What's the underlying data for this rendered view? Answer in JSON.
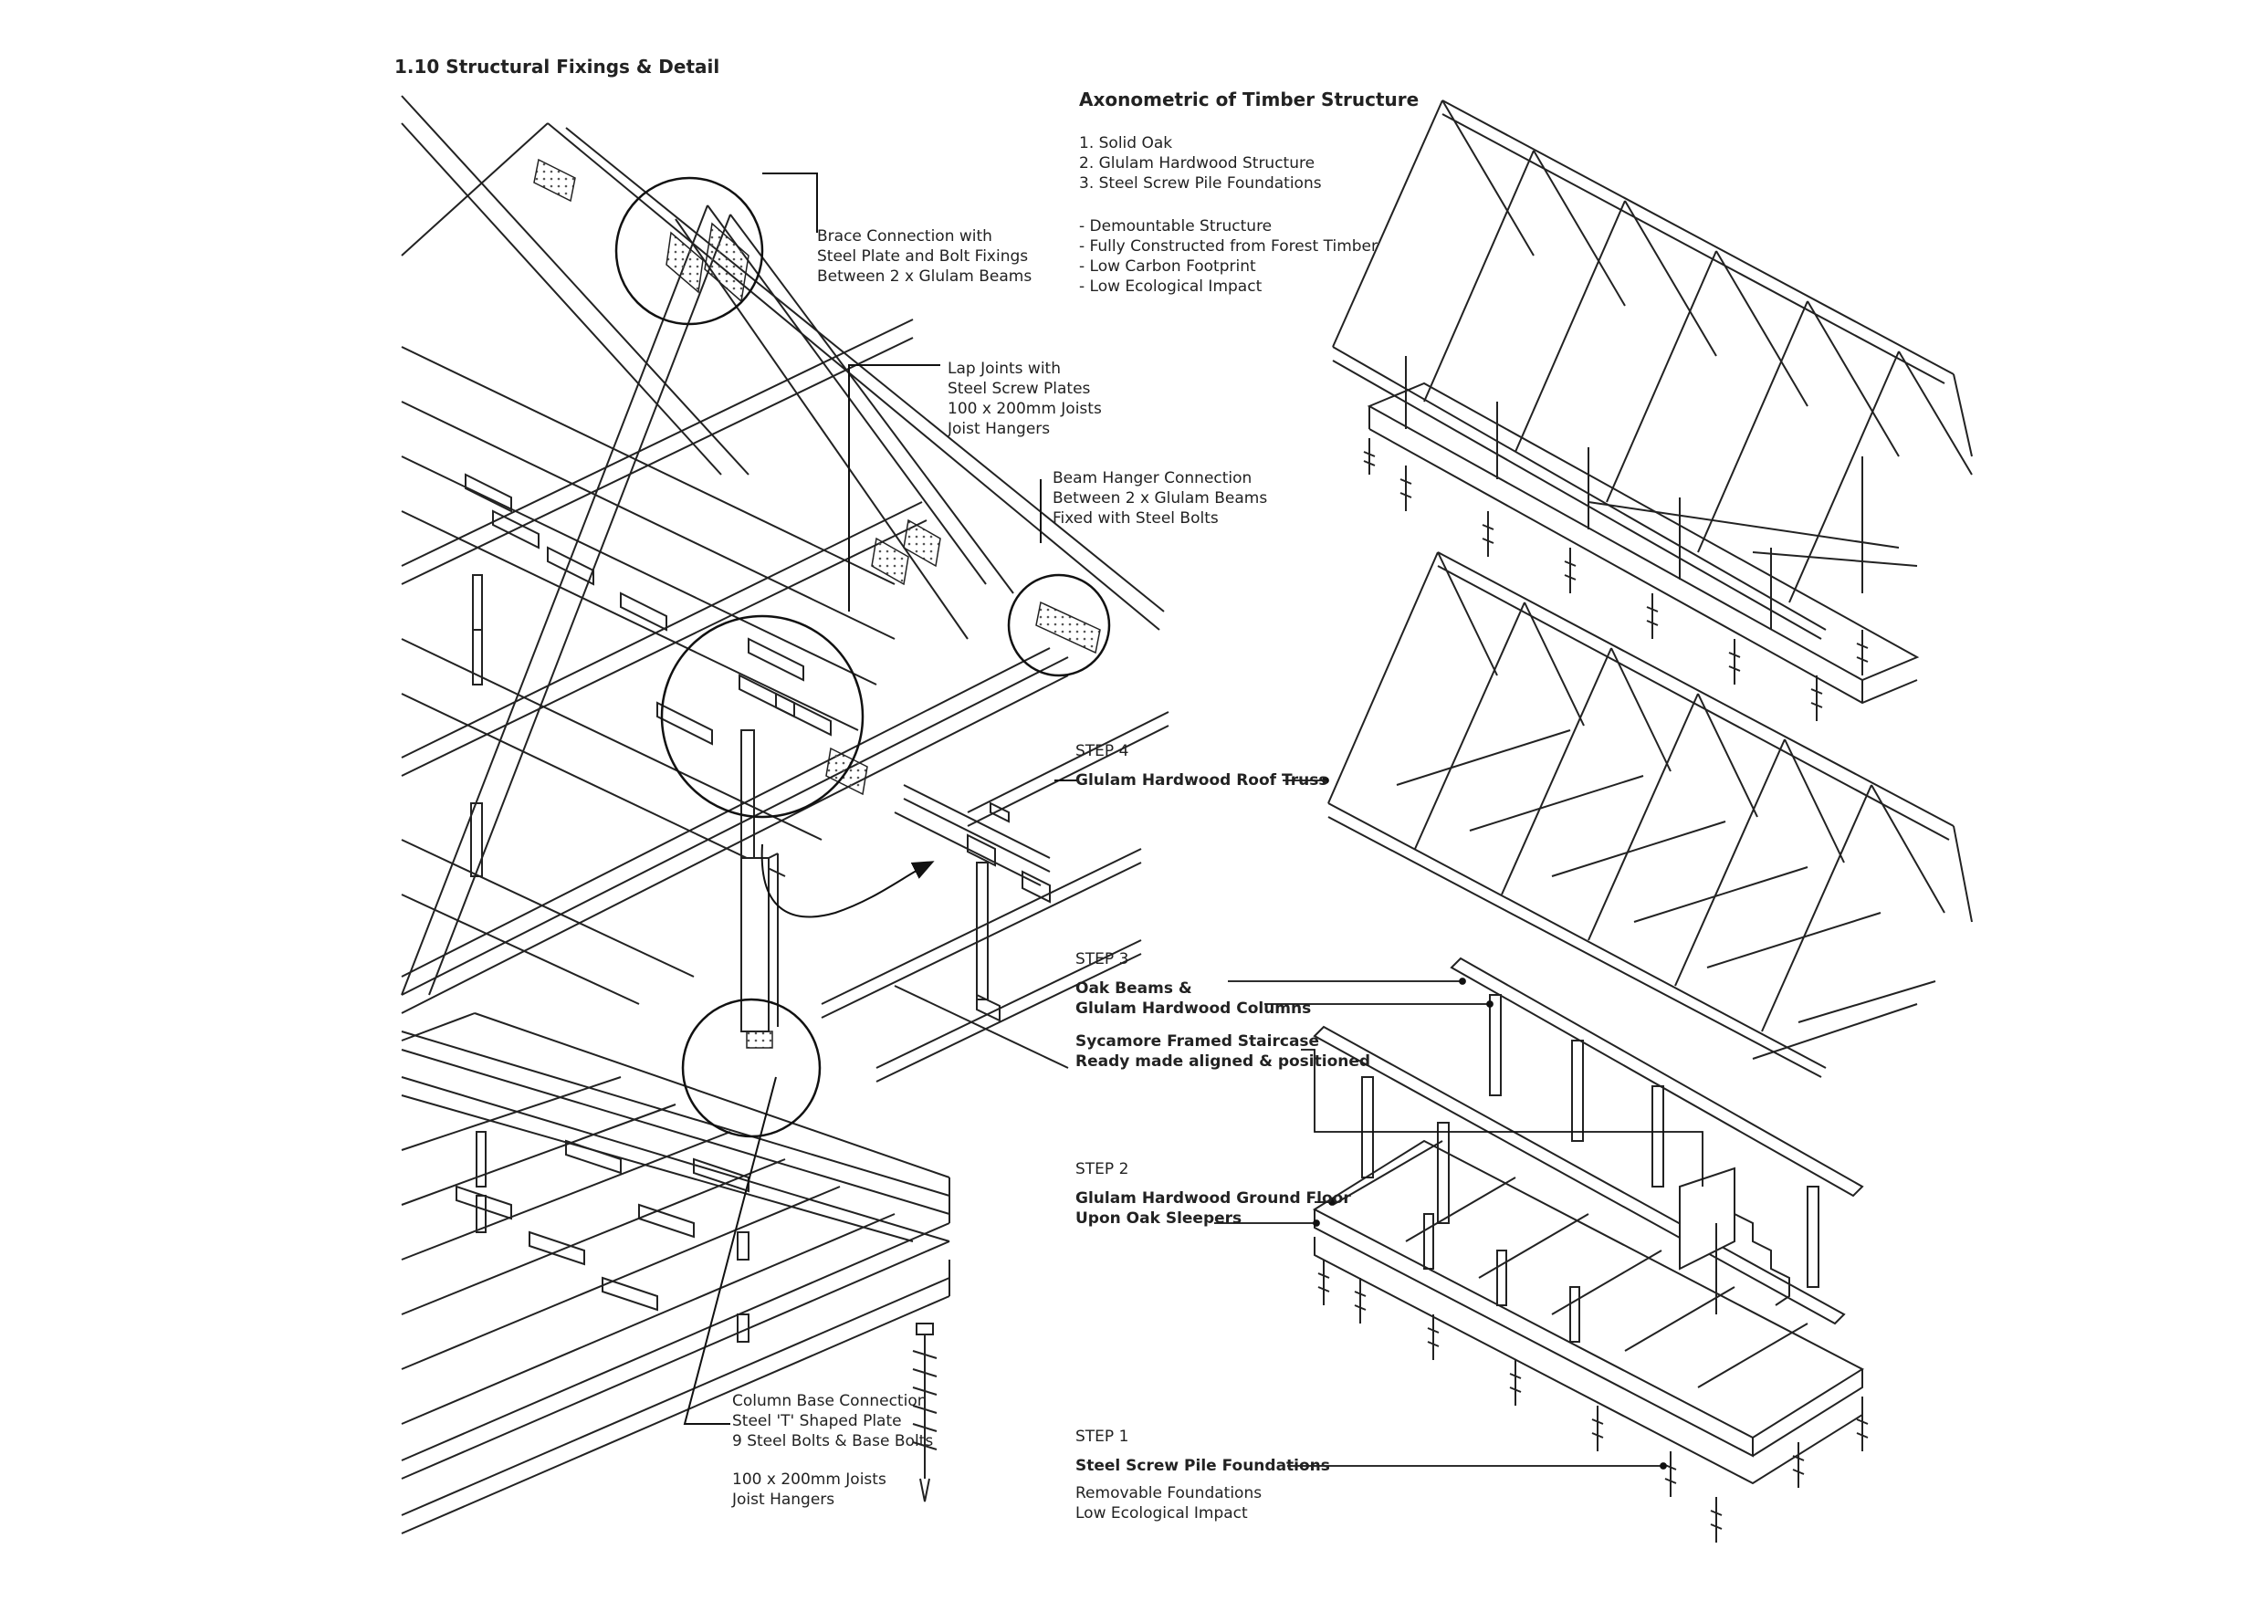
{
  "sheet_title": "1.10 Structural Fixings & Detail",
  "callouts": {
    "brace": [
      "Brace Connection with",
      "Steel Plate and Bolt Fixings",
      "Between 2 x Glulam Beams"
    ],
    "lap": [
      "Lap Joints with",
      "Steel Screw Plates",
      "100 x 200mm Joists",
      "Joist Hangers"
    ],
    "hanger": [
      "Beam Hanger Connection",
      "Between 2 x Glulam Beams",
      "Fixed with Steel Bolts"
    ],
    "column_base": [
      "Column Base Connection",
      "Steel 'T' Shaped Plate",
      "9 Steel Bolts & Base Bolts"
    ],
    "joists": [
      "100 x 200mm Joists",
      "Joist Hangers"
    ]
  },
  "axonometric": {
    "title": "Axonometric of Timber Structure",
    "materials": [
      "1. Solid Oak",
      "2. Glulam Hardwood Structure",
      "3. Steel Screw Pile Foundations"
    ],
    "features": [
      "- Demountable Structure",
      "- Fully Constructed from Forest Timber",
      "- Low Carbon Footprint",
      "- Low Ecological Impact"
    ]
  },
  "steps": {
    "step4": {
      "title": "STEP 4",
      "labels": [
        "Glulam Hardwood Roof Truss"
      ]
    },
    "step3": {
      "title": "STEP 3",
      "labels": [
        "Oak Beams &",
        "Glulam Hardwood Columns",
        "Sycamore Framed Staircase",
        "Ready made aligned & positioned"
      ]
    },
    "step2": {
      "title": "STEP 2",
      "labels": [
        "Glulam Hardwood Ground Floor",
        "Upon Oak Sleepers"
      ]
    },
    "step1": {
      "title": "STEP 1",
      "labels": [
        "Steel Screw Pile Foundations"
      ],
      "notes": [
        "Removable Foundations",
        "Low Ecological Impact"
      ]
    }
  }
}
